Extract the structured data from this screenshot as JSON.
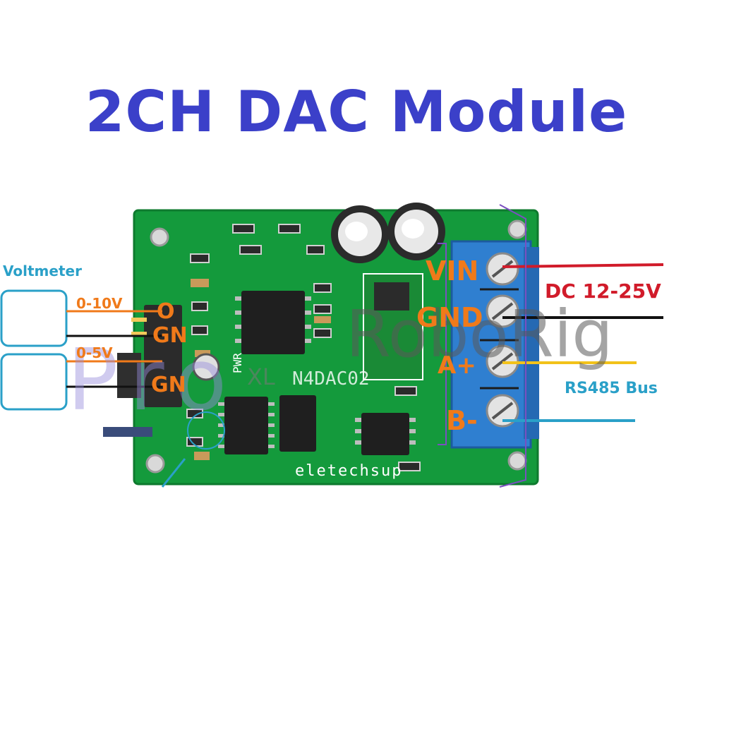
{
  "title": "2CH DAC Module",
  "labels": {
    "voltmeter": "Voltmeter",
    "range_10v": "0-10V",
    "range_5v": "0-5V",
    "vin": "VIN",
    "gnd": "GND",
    "a_plus": "A+",
    "b_minus": "B-",
    "dc_supply": "DC 12-25V",
    "rs485": "RS485 Bus",
    "left_pin_1": "O",
    "left_pin_2": "GN",
    "left_pin_3": "GN"
  },
  "board_silkscreen": {
    "brand": "eletechsup",
    "model": "N4DAC02",
    "pwr": "PWR"
  },
  "watermarks": {
    "roborig": "RoboRig",
    "pro": "Pro",
    "xl": "XL"
  },
  "colors": {
    "title": "#3b40c9",
    "pin_labels": "#f07a1a",
    "dc_label": "#d11b2a",
    "rs485_label": "#2aa0c8",
    "board": "#149a3c",
    "terminal": "#2f7fd0"
  }
}
